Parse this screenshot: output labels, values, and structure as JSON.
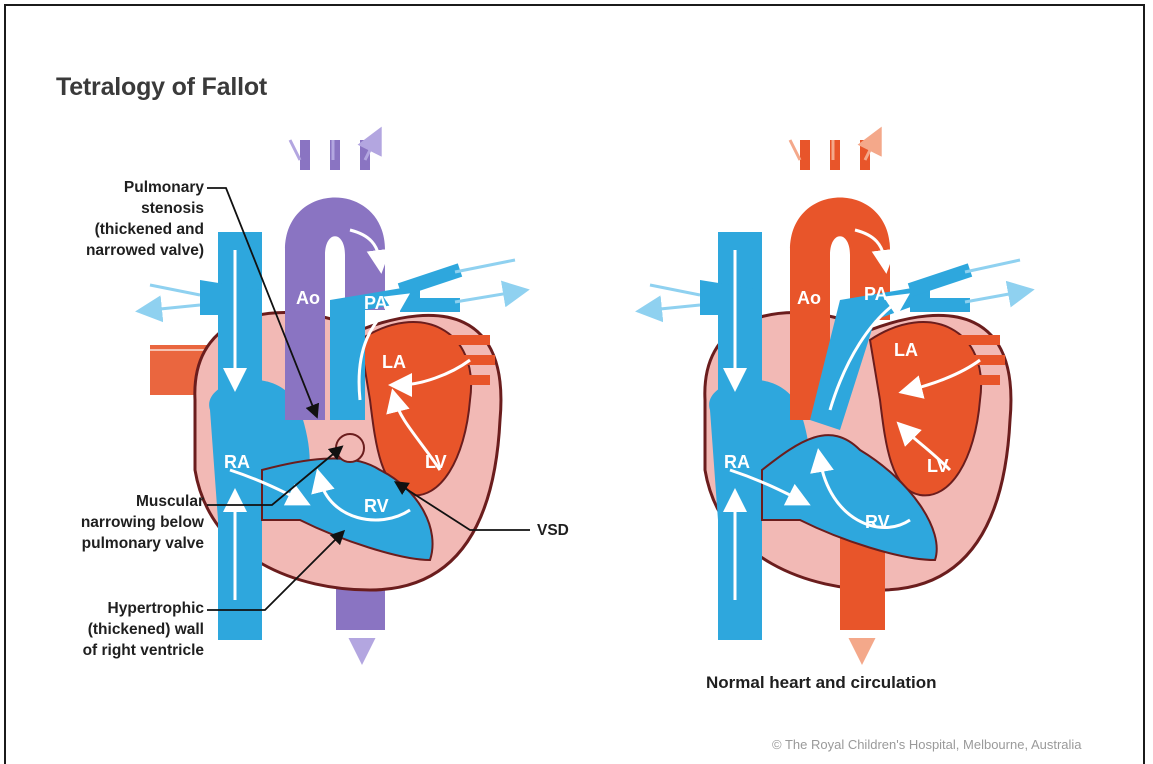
{
  "title": "Tetralogy of Fallot",
  "labels": {
    "pulmonary_stenosis": [
      "Pulmonary",
      "stenosis",
      "(thickened and",
      "narrowed valve)"
    ],
    "muscular_narrowing": [
      "Muscular",
      "narrowing below",
      "pulmonary valve"
    ],
    "hypertrophic_wall": [
      "Hypertrophic",
      "(thickened) wall",
      "of right ventricle"
    ],
    "vsd": "VSD"
  },
  "chambers": {
    "ao": "Ao",
    "pa": "PA",
    "la": "LA",
    "ra": "RA",
    "lv": "LV",
    "rv": "RV"
  },
  "caption": "Normal heart and circulation",
  "credit": "© The Royal Children's Hospital, Melbourne, Australia",
  "colors": {
    "deoxygenated_blue": "#2ea7dd",
    "oxygenated_red": "#e8552a",
    "mixed_purple": "#8a74c2",
    "heart_wall_pink": "#f2b9b5",
    "outline": "#6b1d1d"
  }
}
